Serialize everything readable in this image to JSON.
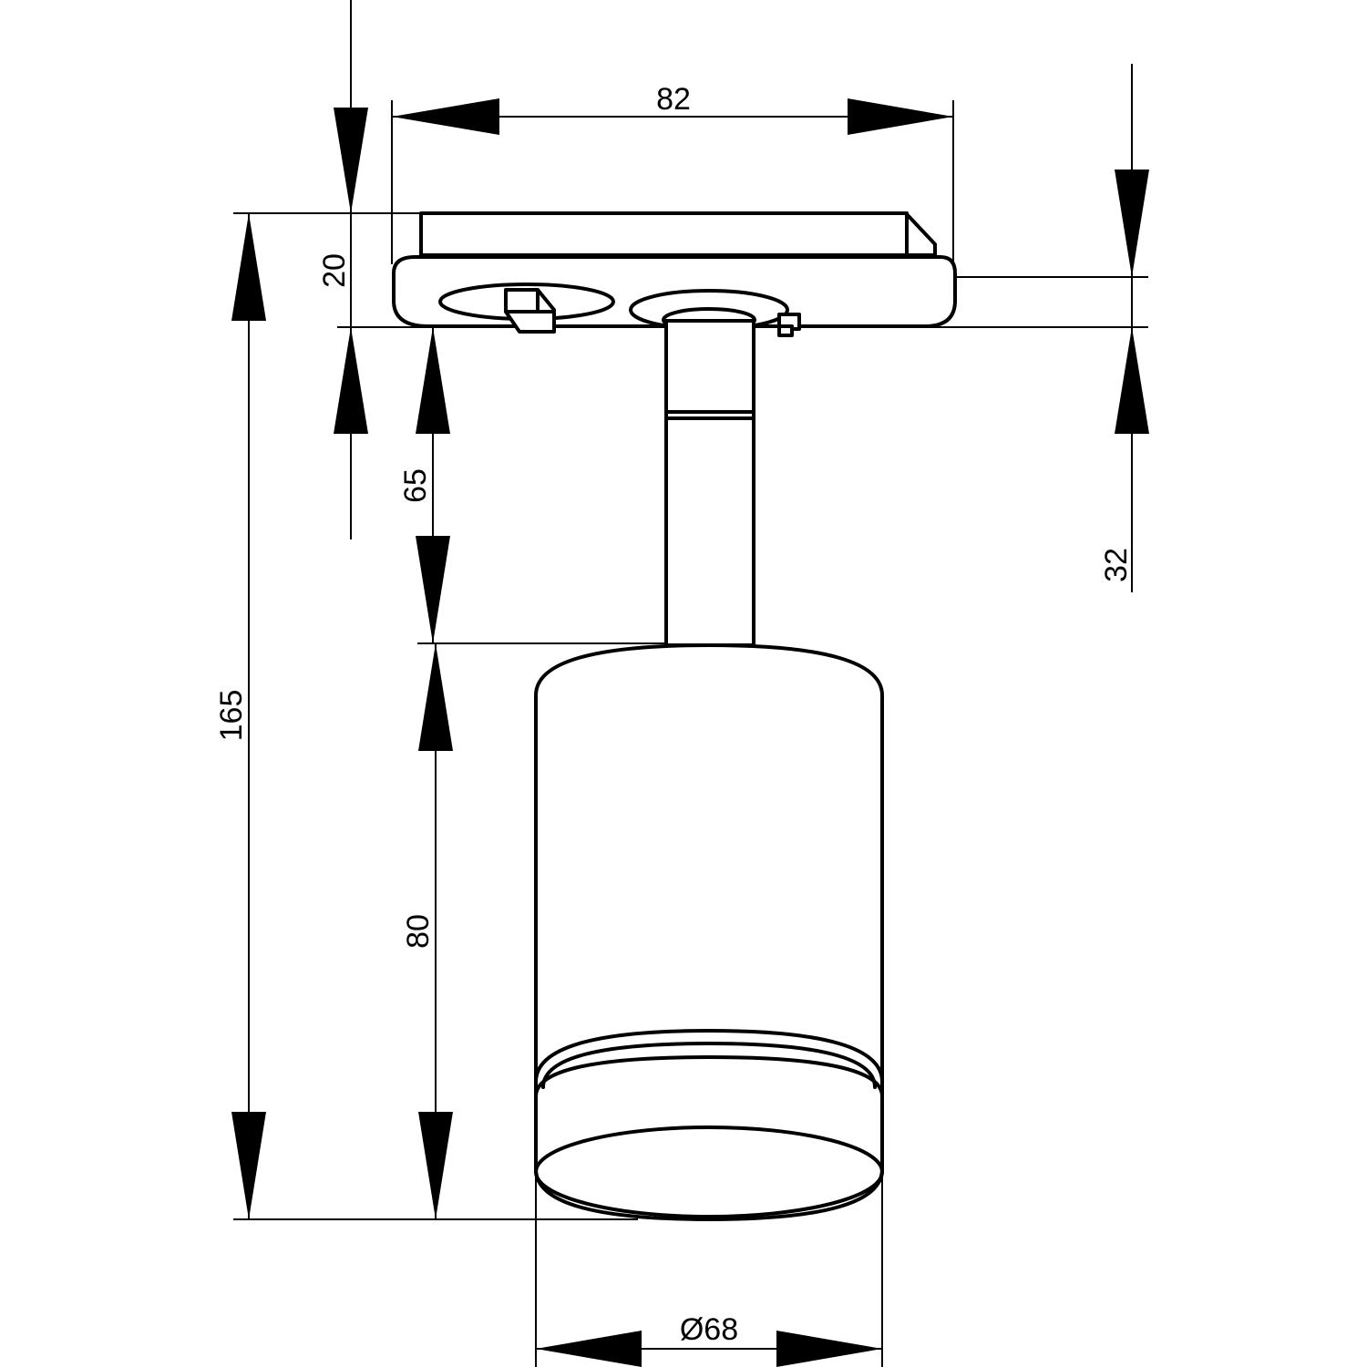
{
  "drawing": {
    "dimensions": {
      "width_top": "82",
      "adapter_height": "20",
      "stem_height": "65",
      "offset_right": "32",
      "total_height": "165",
      "head_height": "80",
      "diameter": "Ø68"
    }
  }
}
